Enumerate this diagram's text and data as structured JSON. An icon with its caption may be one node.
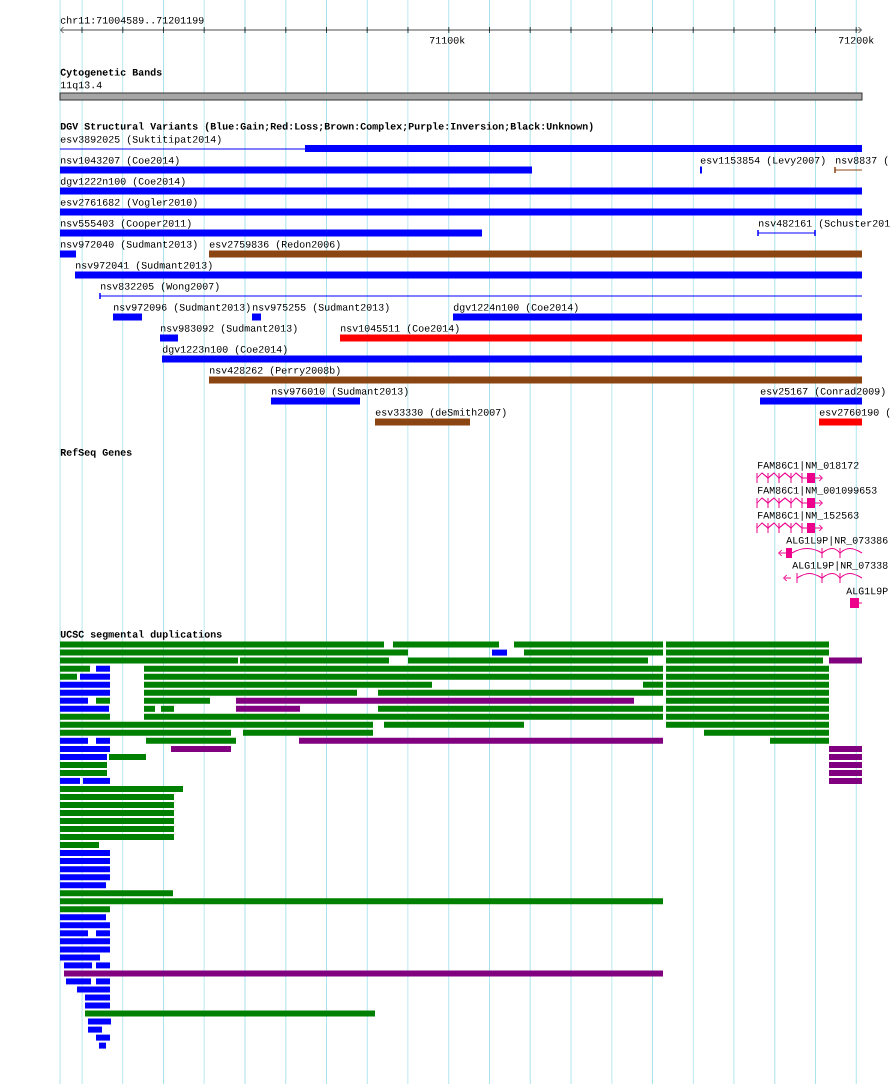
{
  "diagram": {
    "labels": [
      "chr11:71004589..71201199",
      "71100k",
      "71200k",
      "Cytogenetic Bands",
      "11q13.4",
      "DGV Structural Variants (Blue:Gain;Red:Loss;Brown:Complex;Purple:Inversion;Black:Unknown)",
      "esv3892025 (Suktitipat2014)",
      "nsv1043207 (Coe2014)",
      "esv1153854 (Levy2007)",
      "nsv8837 (",
      "dgv1222n100 (Coe2014)",
      "esv2761682 (Vogler2010)",
      "nsv555403 (Cooper2011)",
      "nsv482161 (Schuster201",
      "nsv972040 (Sudmant2013)",
      "esv2759836 (Redon2006)",
      "nsv972041 (Sudmant2013)",
      "nsv832205 (Wong2007)",
      "nsv972096 (Sudmant2013)",
      "nsv975255 (Sudmant2013)",
      "dgv1224n100 (Coe2014)",
      "nsv983092 (Sudmant2013)",
      "nsv1045511 (Coe2014)",
      "dgv1223n100 (Coe2014)",
      "nsv428262 (Perry2008b)",
      "nsv976010 (Sudmant2013)",
      "esv25167 (Conrad2009)",
      "esv33330 (deSmith2007)",
      "esv2760190 (",
      "RefSeq Genes",
      "FAM86C1|NM_018172",
      "FAM86C1|NM_001099653",
      "FAM86C1|NM_152563",
      "ALG1L9P|NR_073386",
      "ALG1L9P|NR_07338",
      "ALG1L9P",
      "UCSC segmental duplications"
    ]
  }
}
